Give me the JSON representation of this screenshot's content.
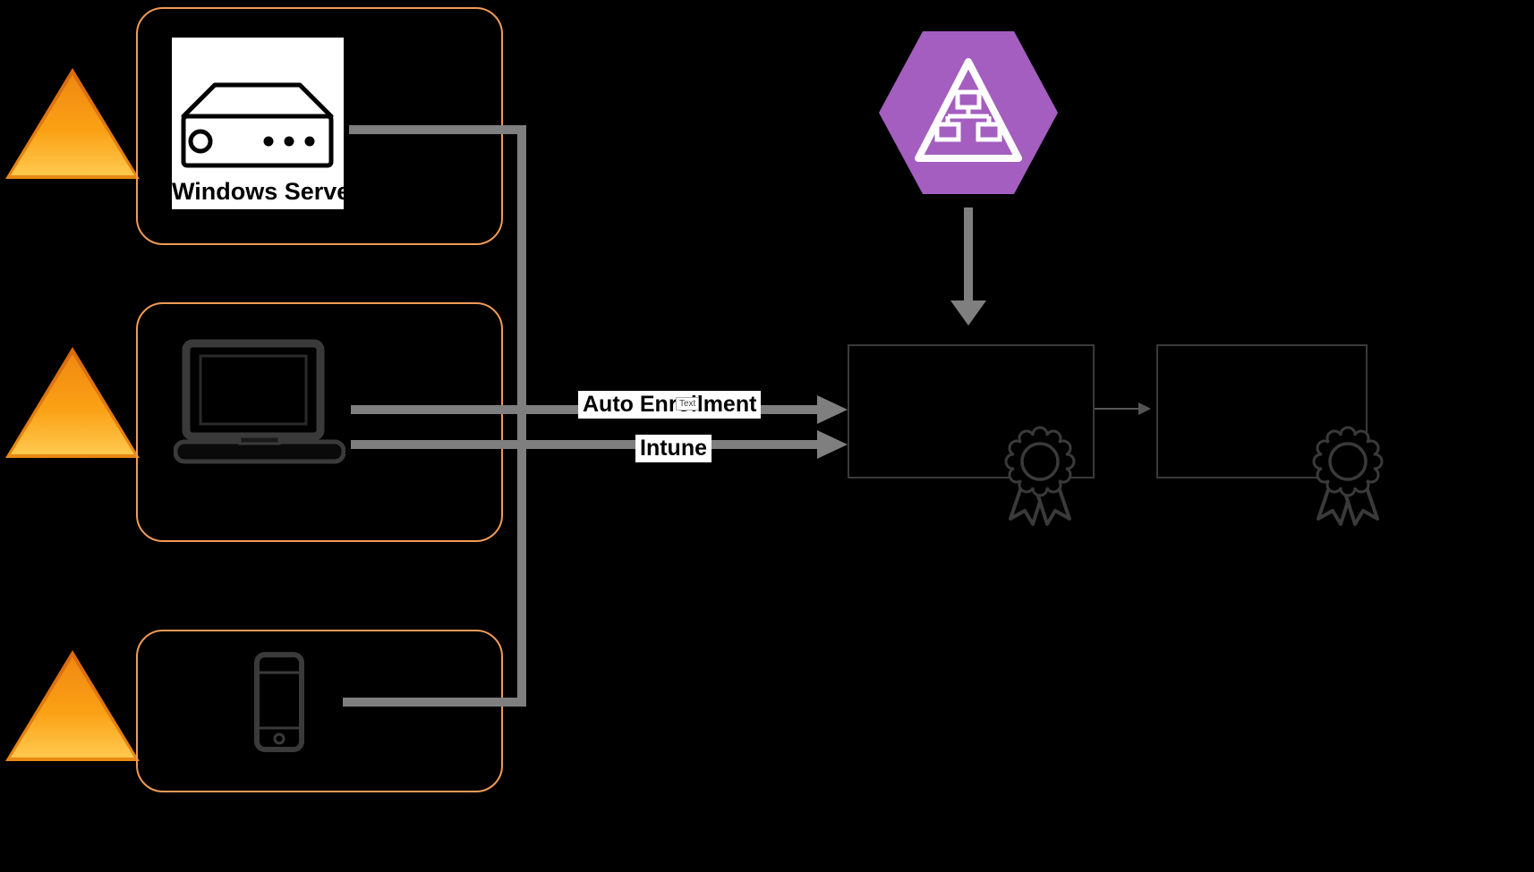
{
  "labels": {
    "windows_server": "Windows Server",
    "auto_enrollment": "Auto Enrollment",
    "intune": "Intune",
    "text_placeholder": "Text"
  },
  "colors": {
    "background": "#000000",
    "group_border_orange": "#F19A56",
    "connector_gray": "#7F7F7F",
    "thin_arrow_gray": "#555555",
    "hexagon_purple": "#A45EBF",
    "triangle_gradient_top": "#E4770D",
    "triangle_gradient_bottom": "#FFC94F",
    "dark_shape_stroke": "#3A3A3A",
    "label_background": "#FFFFFF",
    "label_text": "#000000"
  },
  "icons": {
    "left_badges": "orange-gradient-triangle-icon",
    "server_group": "windows-server-hardware-icon",
    "laptop_group": "laptop-device-icon",
    "mobile_group": "mobile-phone-icon",
    "service": "purple-hexagon-hierarchy-triangle-icon",
    "certificates": "certificate-ribbon-seal-icon"
  },
  "edges": {
    "auto_enrollment_arrow": "from devices to certificate authority box",
    "intune_arrow": "from devices to certificate authority box",
    "hexagon_down_arrow": "from purple hexagon service to certificate authority box",
    "ca_to_cert_arrow": "from certificate authority box to certificate box"
  }
}
